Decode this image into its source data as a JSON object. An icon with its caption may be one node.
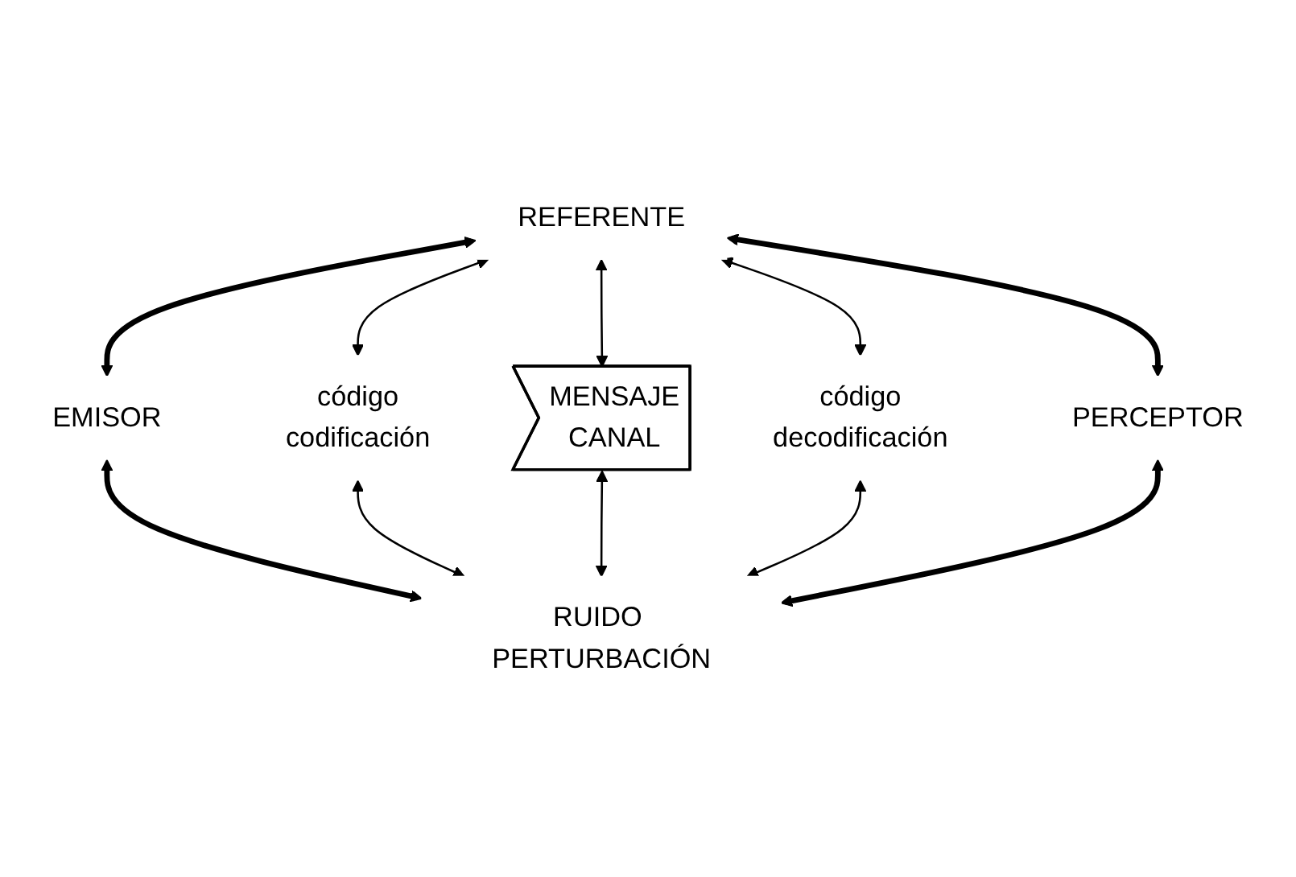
{
  "diagram": {
    "nodes": [
      {
        "text": [
          "REFERENTE"
        ]
      },
      {
        "text": [
          "EMISOR"
        ]
      },
      {
        "text": [
          "código",
          "codificación"
        ]
      },
      {
        "text": [
          "MENSAJE",
          "CANAL"
        ]
      },
      {
        "text": [
          "código",
          "decodificación"
        ]
      },
      {
        "text": [
          "PERCEPTOR"
        ]
      },
      {
        "text": [
          "RUIDO PERTURBACIÓN"
        ]
      }
    ],
    "edges": [
      {
        "from": 0,
        "to": 1,
        "arrow": "both",
        "style": "thick"
      },
      {
        "from": 0,
        "to": 2,
        "arrow": "both"
      },
      {
        "from": 0,
        "to": 3,
        "arrow": "both"
      },
      {
        "from": 0,
        "to": 4,
        "arrow": "both"
      },
      {
        "from": 0,
        "to": 5,
        "arrow": "both",
        "style": "thick"
      },
      {
        "from": 1,
        "to": 6,
        "arrow": "both",
        "style": "thick"
      },
      {
        "from": 2,
        "to": 6,
        "arrow": "both"
      },
      {
        "from": 3,
        "to": 6,
        "arrow": "both"
      },
      {
        "from": 4,
        "to": 6,
        "arrow": "both"
      },
      {
        "from": 5,
        "to": 6,
        "arrow": "both",
        "style": "thick"
      }
    ]
  }
}
